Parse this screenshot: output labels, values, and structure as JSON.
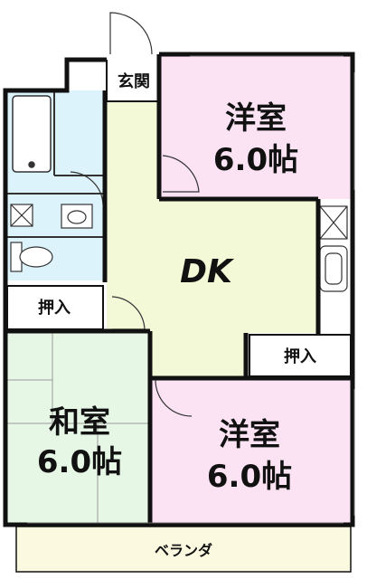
{
  "rooms": {
    "entrance": {
      "label": "玄関"
    },
    "western_room_top": {
      "name": "洋室",
      "size": "6.0帖"
    },
    "dk": {
      "label": "DK"
    },
    "closet_left": {
      "label": "押入"
    },
    "closet_right": {
      "label": "押入"
    },
    "japanese_room": {
      "name": "和室",
      "size": "6.0帖"
    },
    "western_room_bottom": {
      "name": "洋室",
      "size": "6.0帖"
    },
    "balcony": {
      "label": "ベランダ"
    }
  },
  "colors": {
    "western_room": "#fce3f4",
    "dk": "#f3f8d6",
    "japanese_room": "#e6f7e6",
    "wet_area": "#ddf3fb",
    "closet": "#ffffff",
    "balcony": "#fbfae1",
    "wall": "#111111"
  }
}
